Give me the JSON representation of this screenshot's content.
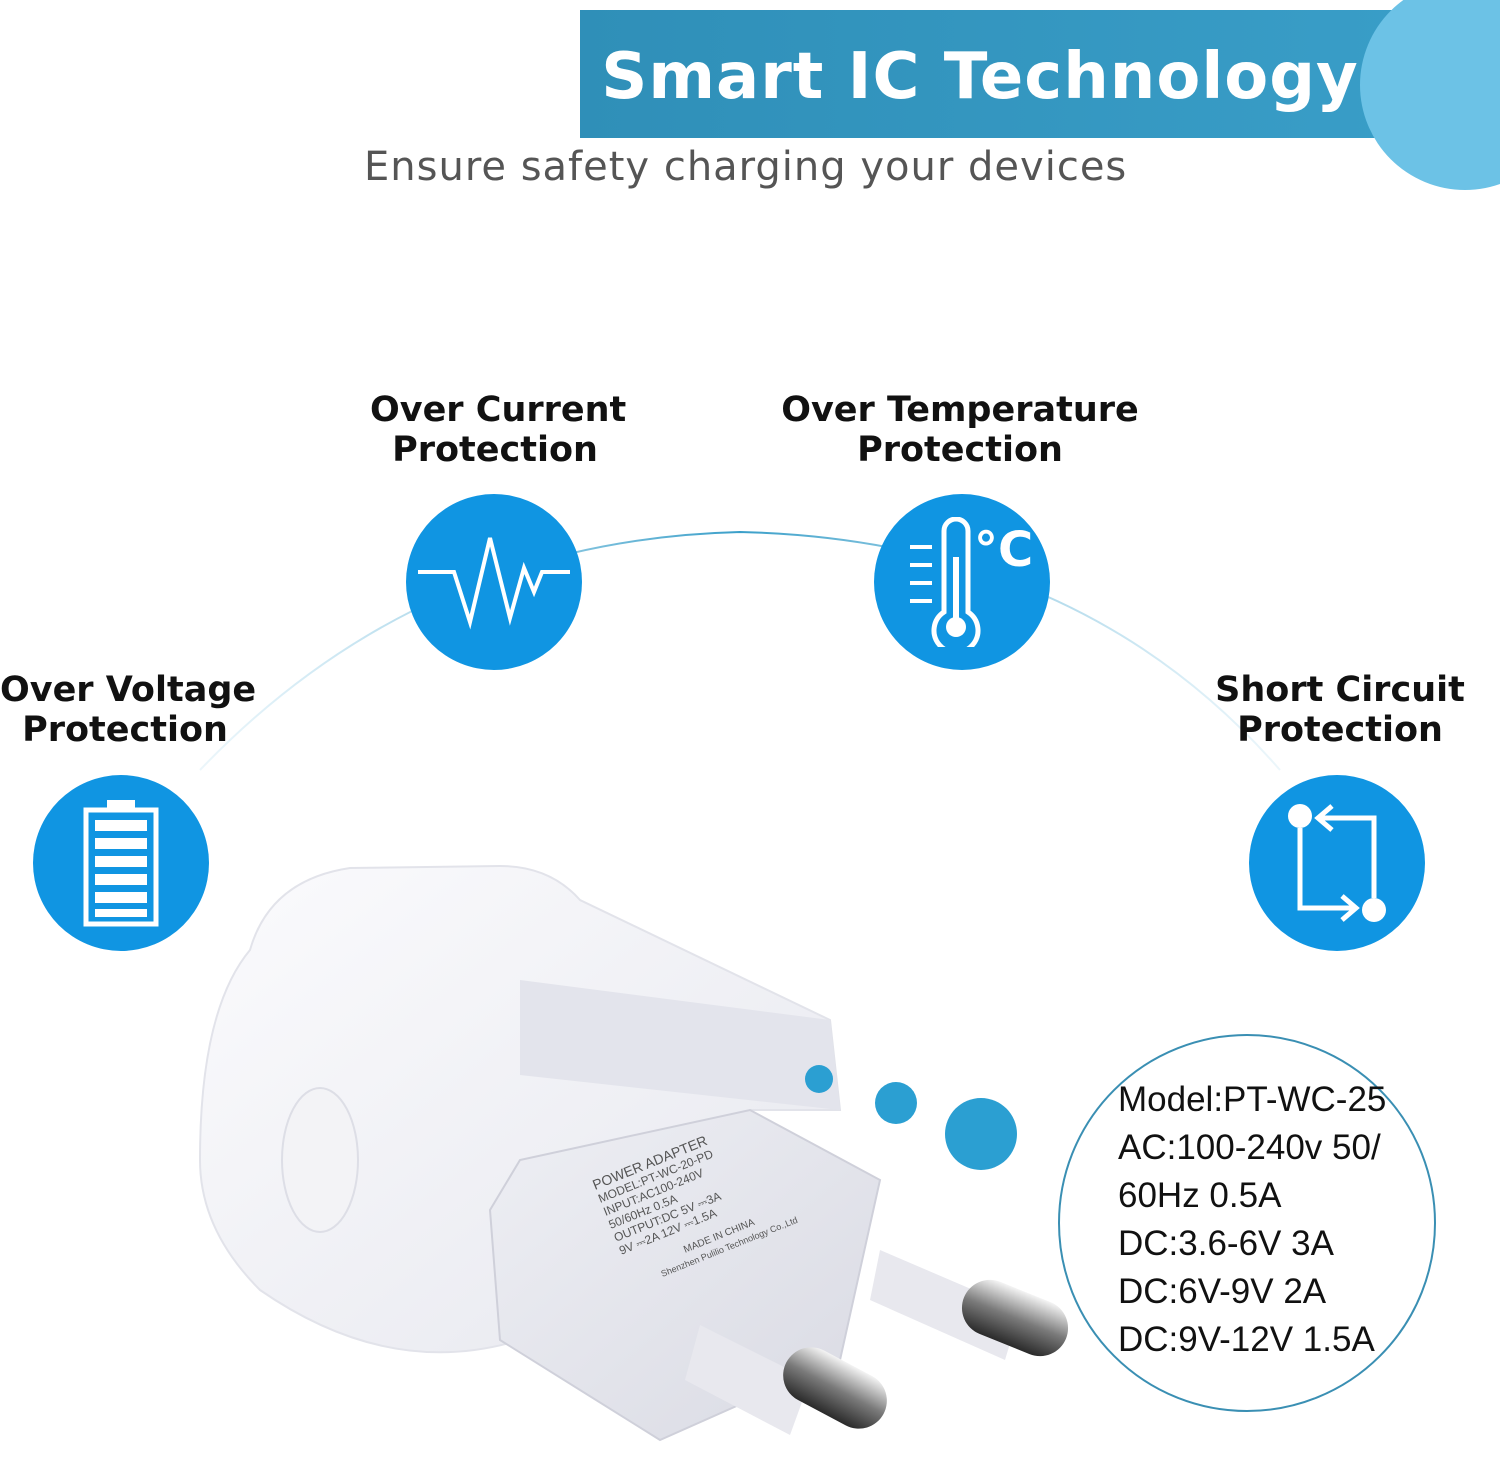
{
  "header": {
    "title": "Smart IC Technology",
    "subtitle": "Ensure safety charging your devices"
  },
  "features": [
    {
      "line1": "Over Voltage",
      "line2": "Protection",
      "icon": "battery-icon"
    },
    {
      "line1": "Over Current",
      "line2": "Protection",
      "icon": "current-wave-icon"
    },
    {
      "line1": "Over Temperature",
      "line2": "Protection",
      "icon": "thermometer-icon"
    },
    {
      "line1": "Short Circuit",
      "line2": "Protection",
      "icon": "circuit-loop-icon"
    }
  ],
  "thermo_unit": "°C",
  "specs": [
    "Model:PT-WC-25",
    "AC:100-240v 50/",
    "60Hz 0.5A",
    "DC:3.6-6V 3A",
    "DC:6V-9V 2A",
    "DC:9V-12V 1.5A"
  ],
  "label": {
    "l1": "POWER ADAPTER",
    "l2": "MODEL:PT-WC-20-PD",
    "l3": "INPUT:AC100-240V",
    "l4": "50/60Hz 0.5A",
    "l5": "OUTPUT:DC 5V ⎓3A",
    "l6": "9V ⎓2A 12V ⎓1.5A",
    "l7": "MADE IN CHINA",
    "l8": "Shenzhen Pulilio Technology Co.,Ltd"
  },
  "colors": {
    "banner": "#3a9fc9",
    "icon_circle": "#1095e2",
    "dots": "#2b9fd2"
  }
}
